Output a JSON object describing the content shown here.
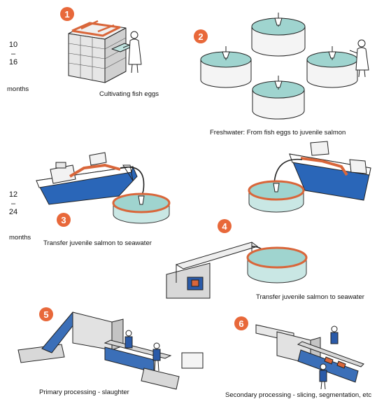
{
  "figure": {
    "durations": [
      {
        "from": "10",
        "dash": "–",
        "to": "16",
        "unit": "months"
      },
      {
        "from": "12",
        "dash": "–",
        "to": "24",
        "unit": "months"
      }
    ],
    "steps": [
      {
        "number": "1",
        "caption": "Cultivating fish eggs"
      },
      {
        "number": "2",
        "caption": "Freshwater: From fish eggs to juvenile salmon"
      },
      {
        "number": "3",
        "caption": "Transfer juvenile salmon to seawater"
      },
      {
        "number": "4",
        "caption": "Transfer juvenile salmon to seawater"
      },
      {
        "number": "5",
        "caption": "Primary processing - slaughter"
      },
      {
        "number": "6",
        "caption": "Secondary processing - slicing, segmentation, etc"
      }
    ],
    "colors": {
      "badge": "#e8683a",
      "water": "#9fd4cf",
      "water_dark": "#6cb8b3",
      "ship_hull": "#2a66b8",
      "net_rim": "#d9663a",
      "outline": "#222222",
      "worker_blue": "#2a5aa8"
    }
  }
}
